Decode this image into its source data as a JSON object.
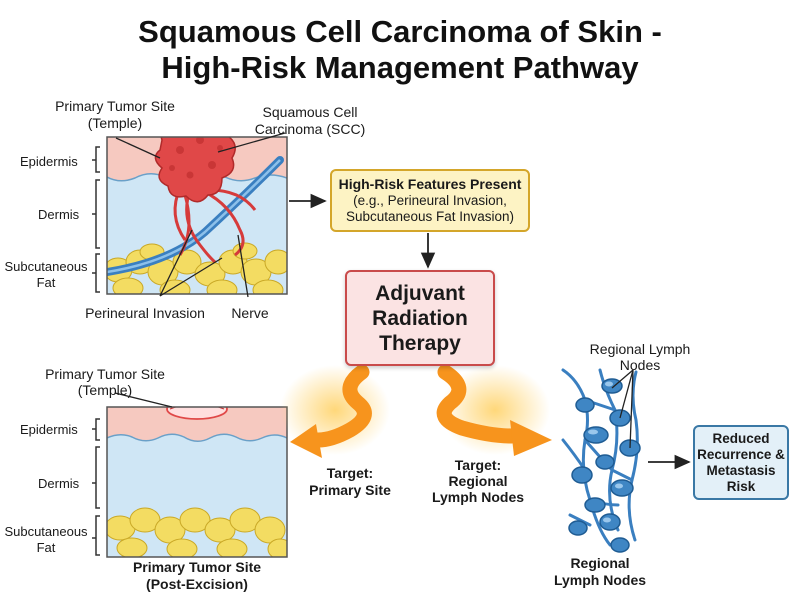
{
  "title": {
    "line1": "Squamous Cell Carcinoma of Skin -",
    "line2": "High-Risk Management Pathway"
  },
  "top_panel": {
    "primary_site_line1": "Primary Tumor Site",
    "primary_site_line2": "(Temple)",
    "scc_line1": "Squamous Cell",
    "scc_line2": "Carcinoma (SCC)",
    "layer_epidermis": "Epidermis",
    "layer_dermis": "Dermis",
    "layer_subcut_line1": "Subcutaneous",
    "layer_subcut_line2": "Fat",
    "perineural_invasion": "Perineural Invasion",
    "nerve": "Nerve"
  },
  "high_risk_box": {
    "line1": "High-Risk Features Present",
    "line2": "(e.g., Perineural Invasion,",
    "line3": "Subcutaneous Fat Invasion)"
  },
  "adjuvant_box": {
    "line1": "Adjuvant",
    "line2": "Radiation",
    "line3": "Therapy"
  },
  "bottom_panel": {
    "primary_site_line1": "Primary Tumor Site",
    "primary_site_line2": "(Temple)",
    "layer_epidermis": "Epidermis",
    "layer_dermis": "Dermis",
    "layer_subcut_line1": "Subcutaneous",
    "layer_subcut_line2": "Fat",
    "caption_line1": "Primary Tumor Site",
    "caption_line2": "(Post-Excision)"
  },
  "target_primary": {
    "line1": "Target:",
    "line2": "Primary Site"
  },
  "target_nodes": {
    "line1": "Target:",
    "line2": "Regional",
    "line3": "Lymph Nodes"
  },
  "lymph_nodes": {
    "top_line1": "Regional Lymph",
    "top_line2": "Nodes",
    "bottom_line1": "Regional",
    "bottom_line2": "Lymph Nodes"
  },
  "outcome_box": {
    "line1": "Reduced",
    "line2": "Recurrence &",
    "line3": "Metastasis",
    "line4": "Risk"
  },
  "colors": {
    "epidermis": "#f6c9c0",
    "dermis": "#cfe6f5",
    "fat": "#f3dc62",
    "tumor": "#e04848",
    "nerve": "#3a7fc0",
    "radiation": "#f7941d",
    "lymph_node": "#3f86c4",
    "high_risk_fill": "#fdf3c4",
    "adjuvant_fill": "#fbe3e3",
    "outcome_fill": "#e3f0f8"
  }
}
